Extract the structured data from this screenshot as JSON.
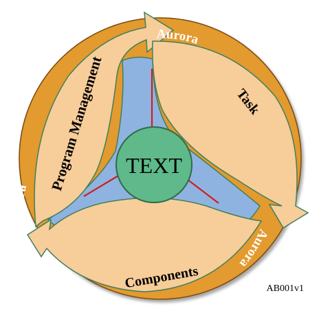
{
  "diagram": {
    "center_label": "TEXT",
    "segments": [
      {
        "label": "Program Management"
      },
      {
        "label": "Task"
      },
      {
        "label": "Components"
      }
    ],
    "ring_labels": [
      "Aurora",
      "Aurora",
      "Aurora"
    ],
    "code": "AB001v1"
  },
  "colors": {
    "ring": "#e39a2e",
    "ring_text": "#ffffff",
    "segment_fill": "#f7cd9a",
    "segment_stroke": "#3f7f5c",
    "inner_fill": "#8fb3e0",
    "center_fill": "#5fb98a",
    "connector": "#cc1f1f"
  }
}
